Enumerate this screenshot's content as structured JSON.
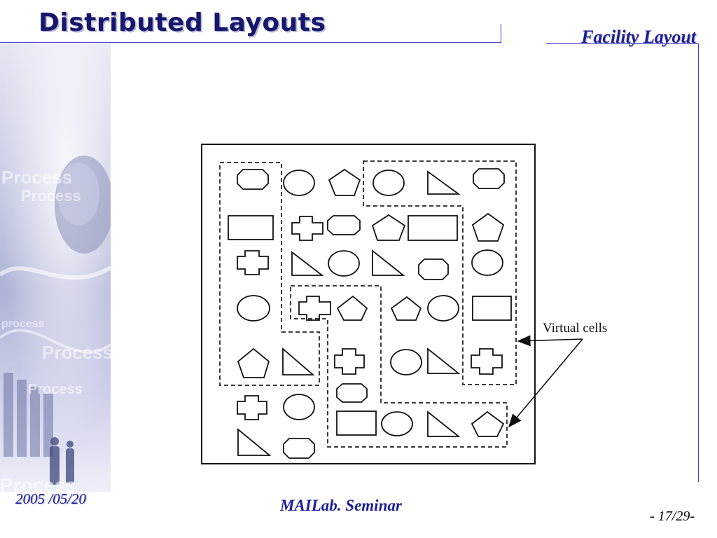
{
  "header": {
    "title": "Distributed Layouts",
    "section": "Facility Layout"
  },
  "sidebar_art": {
    "watermark_words": [
      "Process",
      "Process",
      "process",
      "Process",
      "Process",
      "Process"
    ]
  },
  "diagram": {
    "annotation": "Virtual cells",
    "colors": {
      "line": "#111111",
      "dash": "#222222"
    }
  },
  "footer": {
    "date": "2005 /05/20",
    "center": "MAILab.  Seminar",
    "page": "- 17/29-"
  },
  "colors": {
    "title": "#16166e",
    "accent": "#1d1d9a",
    "rule": "#3a3acb"
  }
}
